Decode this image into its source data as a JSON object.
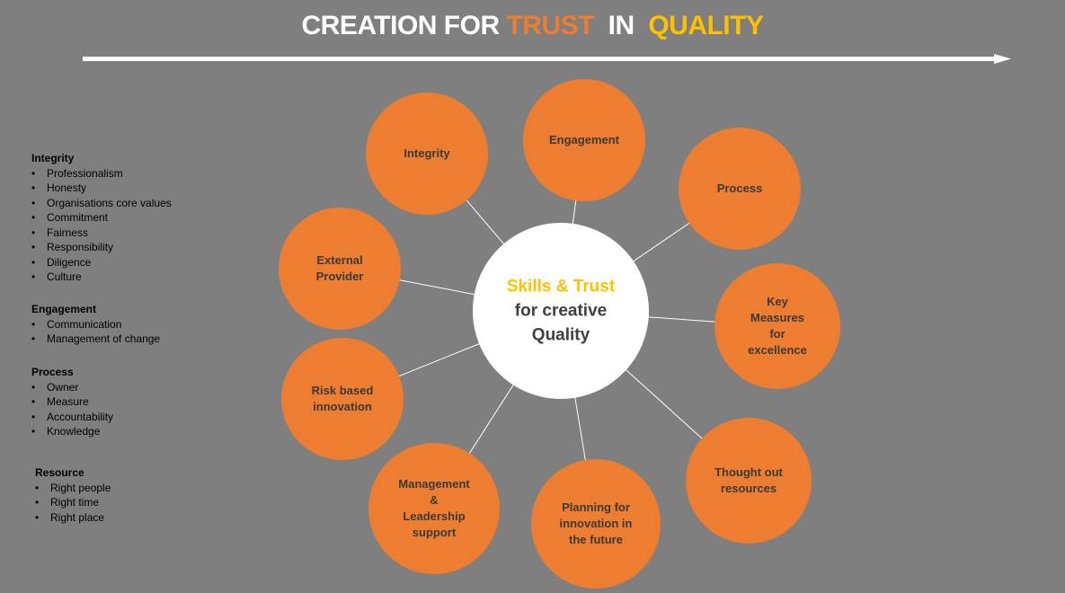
{
  "title": {
    "part1": "CREATION FOR",
    "part2": "TRUST",
    "part3": "IN",
    "part4": "QUALITY"
  },
  "colors": {
    "background": "#7f7f7f",
    "orange": "#ed7d31",
    "gold": "#ffc000",
    "white": "#ffffff"
  },
  "legend": [
    {
      "heading": "Integrity",
      "items": [
        "Professionalism",
        "Honesty",
        "Organisations core values",
        "Commitment",
        "Fairness",
        "Responsibility",
        "Diligence",
        "Culture"
      ]
    },
    {
      "heading": "Engagement",
      "items": [
        "Communication",
        "Management of change"
      ]
    },
    {
      "heading": "Process",
      "items": [
        "Owner",
        "Measure",
        "Accountability",
        "Knowledge"
      ]
    },
    {
      "heading": "Resource",
      "items": [
        "Right people",
        "Right time",
        "Right place"
      ]
    }
  ],
  "center": {
    "line1": "Skills & Trust",
    "line2": "for creative",
    "line3": "Quality"
  },
  "nodes": [
    {
      "label": "Integrity"
    },
    {
      "label": "Engagement"
    },
    {
      "label": "Process"
    },
    {
      "label": "Key\nMeasures\nfor\nexcellence"
    },
    {
      "label": "Thought out\nresources"
    },
    {
      "label": "Planning for\ninnovation in\nthe future"
    },
    {
      "label": "Management\n&\nLeadership\nsupport"
    },
    {
      "label": "Risk based\ninnovation"
    },
    {
      "label": "External\nProvider"
    }
  ]
}
